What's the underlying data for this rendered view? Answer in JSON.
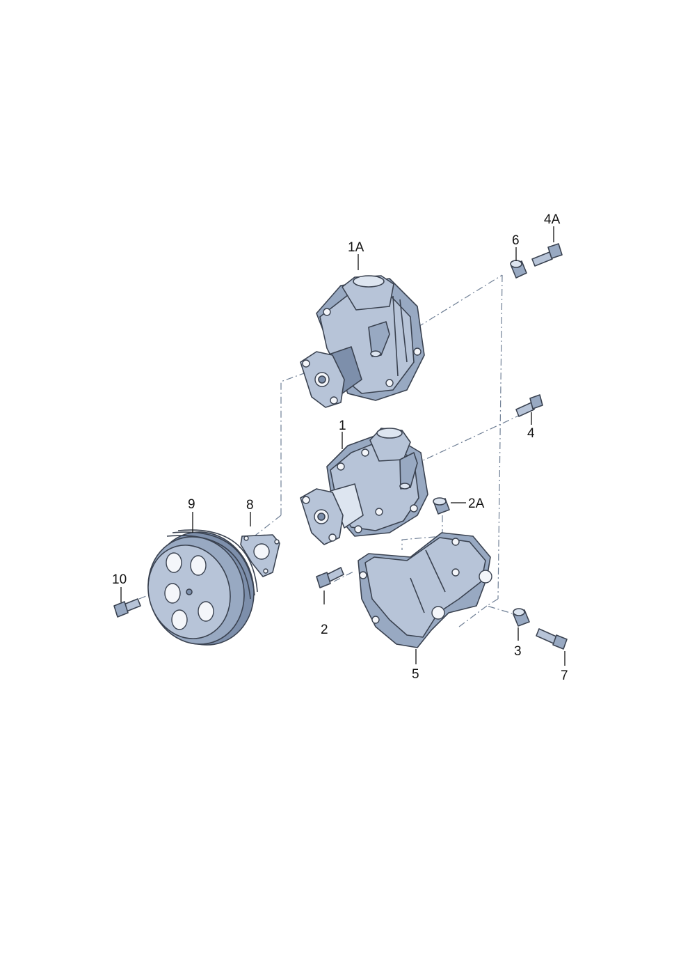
{
  "diagram": {
    "callouts": {
      "part_1A": "1A",
      "part_1": "1",
      "part_2": "2",
      "part_2A": "2A",
      "part_3": "3",
      "part_4": "4",
      "part_4A": "4A",
      "part_5": "5",
      "part_6": "6",
      "part_7": "7",
      "part_8": "8",
      "part_9": "9",
      "part_10": "10"
    },
    "colors": {
      "part_fill": "#b7c4d8",
      "part_shadow": "#7d8fab",
      "outline": "#3a4250",
      "assembly_line": "#6f7f95"
    }
  }
}
